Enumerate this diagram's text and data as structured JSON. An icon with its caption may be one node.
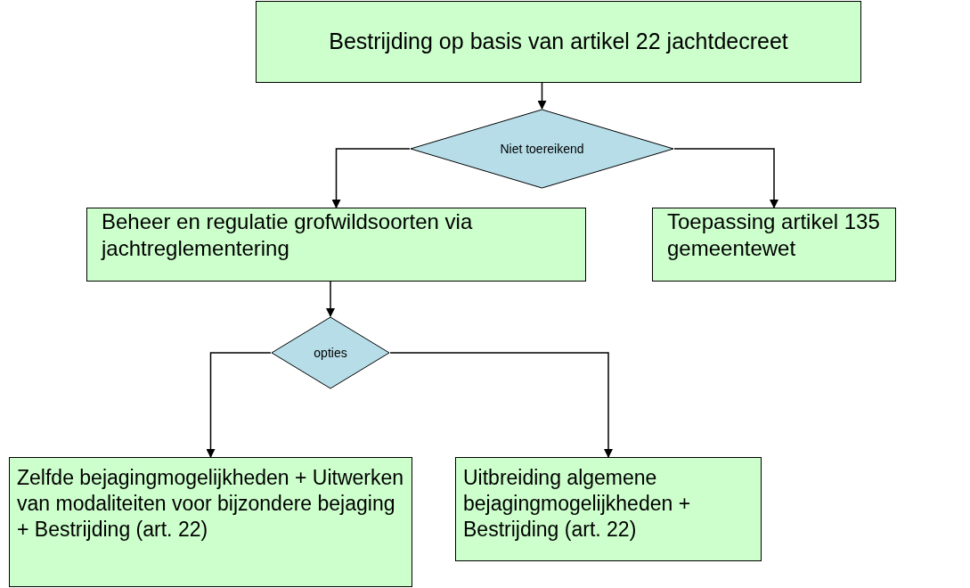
{
  "diagram": {
    "nodes": [
      {
        "text": [
          "Bestrijding op basis van artikel 22 jachtdecreet"
        ]
      },
      {
        "text": [
          "Niet toereikend"
        ]
      },
      {
        "text": [
          "Beheer en regulatie grofwildsoorten via jachtreglementering"
        ]
      },
      {
        "text": [
          "Toepassing artikel 135 gemeentewet"
        ]
      },
      {
        "text": [
          "opties"
        ]
      },
      {
        "text": [
          "Zelfde bejagingmogelijkheden + Uitwerken van modaliteiten voor bijzondere bejaging + Bestrijding (art. 22)"
        ]
      },
      {
        "text": [
          "Uitbreiding algemene bejagingmogelijkheden + Bestrijding (art. 22)"
        ]
      }
    ],
    "edges": [
      {
        "from": 0,
        "to": 1,
        "arrow": "to"
      },
      {
        "from": 1,
        "to": 2,
        "arrow": "to"
      },
      {
        "from": 1,
        "to": 3,
        "arrow": "to"
      },
      {
        "from": 2,
        "to": 4,
        "arrow": "to"
      },
      {
        "from": 4,
        "to": 5,
        "arrow": "to"
      },
      {
        "from": 4,
        "to": 6,
        "arrow": "to"
      }
    ]
  }
}
